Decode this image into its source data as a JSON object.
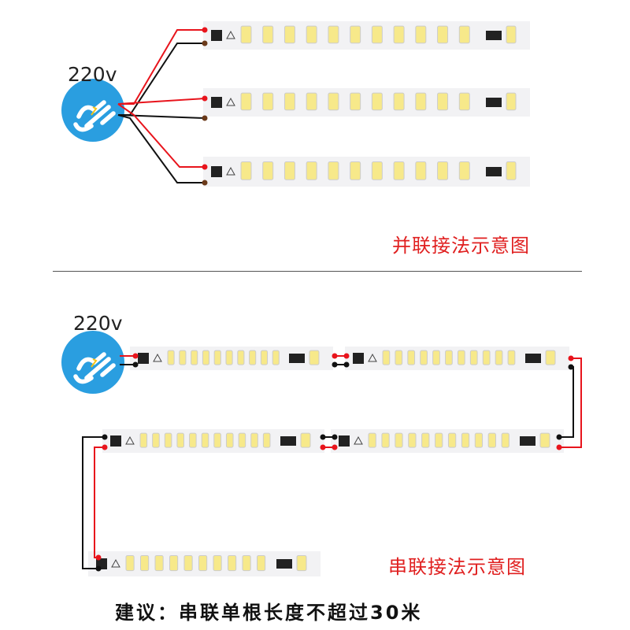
{
  "parallel": {
    "voltage": "220v",
    "caption": "并联接法示意图"
  },
  "series": {
    "voltage": "220v",
    "caption": "串联接法示意图"
  },
  "note": "建议：串联单根长度不超过30米",
  "colors": {
    "plug": "#2a9ee0",
    "live_wire": "#e8141c",
    "neutral_wire": "#111111",
    "led": "#f7e98a",
    "caption": "#e02020"
  }
}
